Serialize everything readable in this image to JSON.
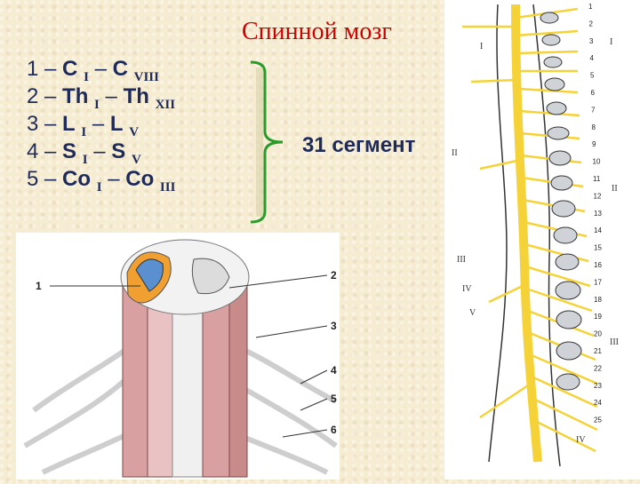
{
  "title": "Спинной мозг",
  "segments": [
    {
      "num": "1",
      "sep": " – ",
      "a": "C",
      "a_sub": "I",
      "dash": " – ",
      "b": "C",
      "b_sub": "VIII"
    },
    {
      "num": "2",
      "sep": " – ",
      "a": "Th",
      "a_sub": "I",
      "dash": " – ",
      "b": "Th",
      "b_sub": "XII"
    },
    {
      "num": "3",
      "sep": " – ",
      "a": "L",
      "a_sub": "I",
      "dash": " – ",
      "b": "L",
      "b_sub": "V"
    },
    {
      "num": "4",
      "sep": " – ",
      "a": "S",
      "a_sub": "I",
      "dash": " – ",
      "b": "S",
      "b_sub": "V"
    },
    {
      "num": "5",
      "sep": " – ",
      "a": "Co",
      "a_sub": "I",
      "dash": " – ",
      "b": "Co",
      "b_sub": "III"
    }
  ],
  "total": "31 сегмент",
  "cord_figure": {
    "labels": [
      "1",
      "2",
      "3",
      "4",
      "5",
      "6"
    ]
  },
  "spine_figure": {
    "roman_left": [
      "I",
      "II",
      "III",
      "IV",
      "V"
    ],
    "roman_right": [
      "I",
      "II",
      "III",
      "IV"
    ],
    "numbers": [
      "1",
      "2",
      "3",
      "4",
      "5",
      "6",
      "7",
      "8",
      "9",
      "10",
      "11",
      "12",
      "13",
      "14",
      "15",
      "16",
      "17",
      "18",
      "19",
      "20",
      "21",
      "22",
      "23",
      "24",
      "25"
    ],
    "colors": {
      "nerve": "#f5d338",
      "bone": "#cfd3d8",
      "outline": "#333333"
    }
  }
}
